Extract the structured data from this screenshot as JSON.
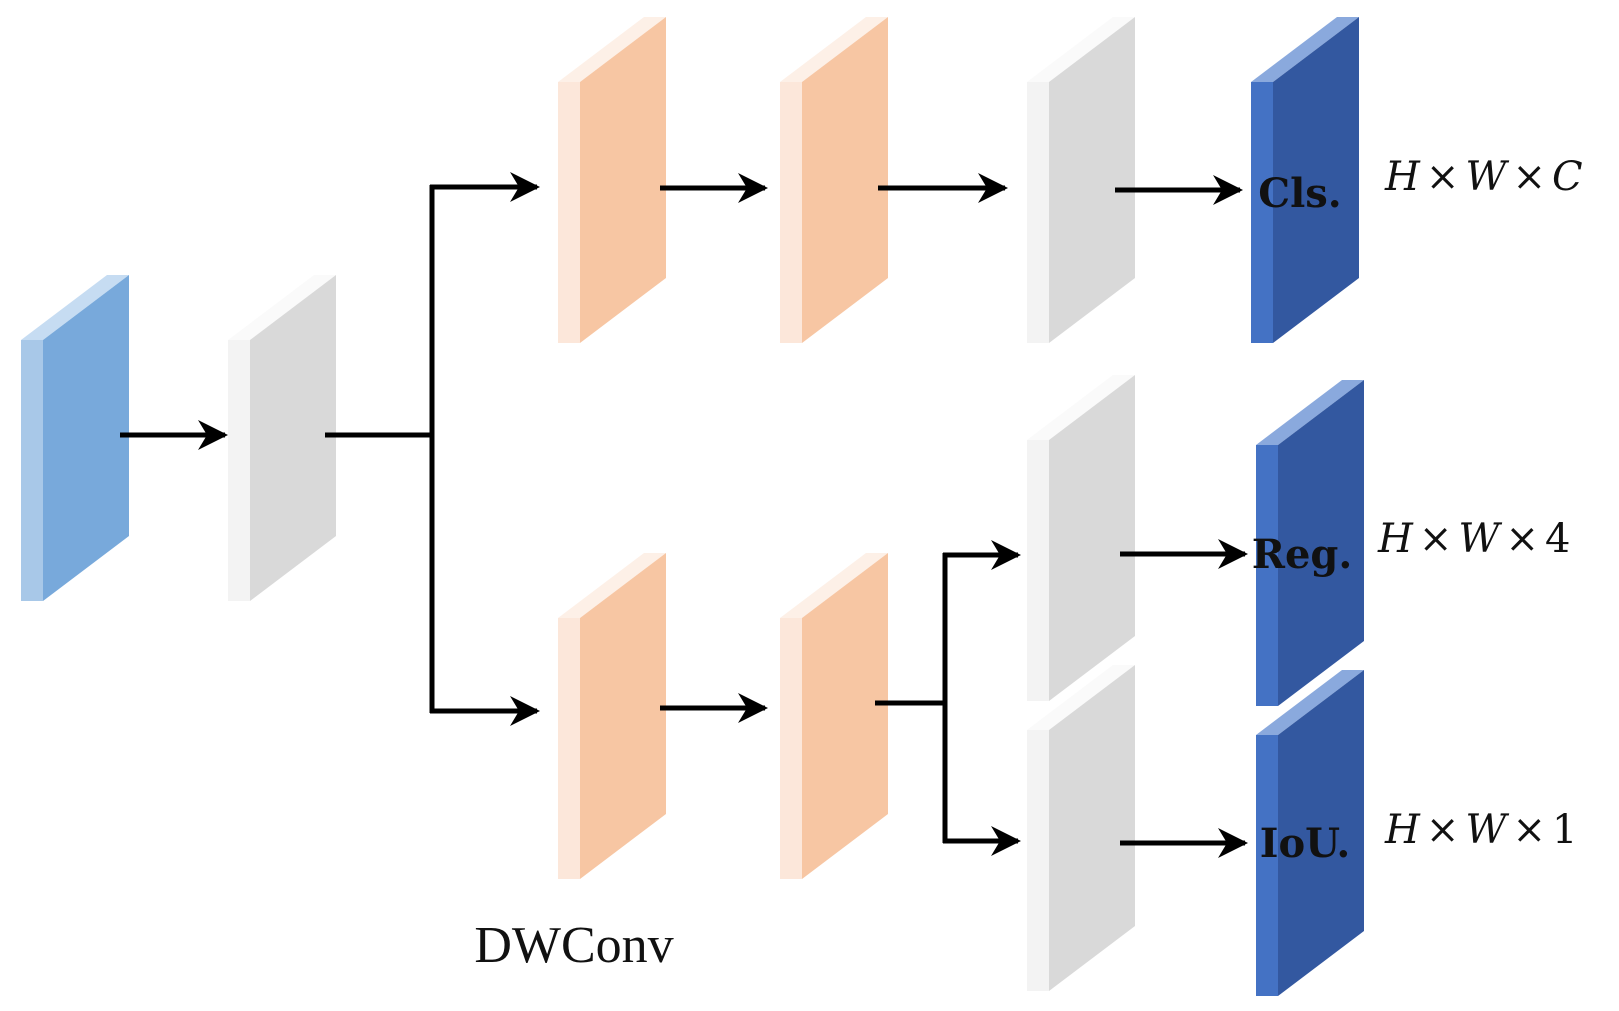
{
  "colors": {
    "input": [
      "#a8c8e8",
      "#78a9db",
      "#c6dcf2"
    ],
    "neutral": [
      "#f3f3f3",
      "#d9d9d9",
      "#fafafa"
    ],
    "conv": [
      "#fce7da",
      "#f7c6a3",
      "#fdf0e7"
    ],
    "output": [
      "#4472c4",
      "#3358a0",
      "#8aa9dd"
    ],
    "arrow": "#000000"
  },
  "labels": {
    "cls": "Cls.",
    "reg": "Reg.",
    "iou": "IoU.",
    "dwconv": "DWConv"
  },
  "dims": {
    "cls": [
      "H",
      "×",
      "W",
      "×",
      "C"
    ],
    "reg": [
      "H",
      "×",
      "W",
      "×",
      "4"
    ],
    "iou": [
      "H",
      "×",
      "W",
      "×",
      "1"
    ]
  }
}
